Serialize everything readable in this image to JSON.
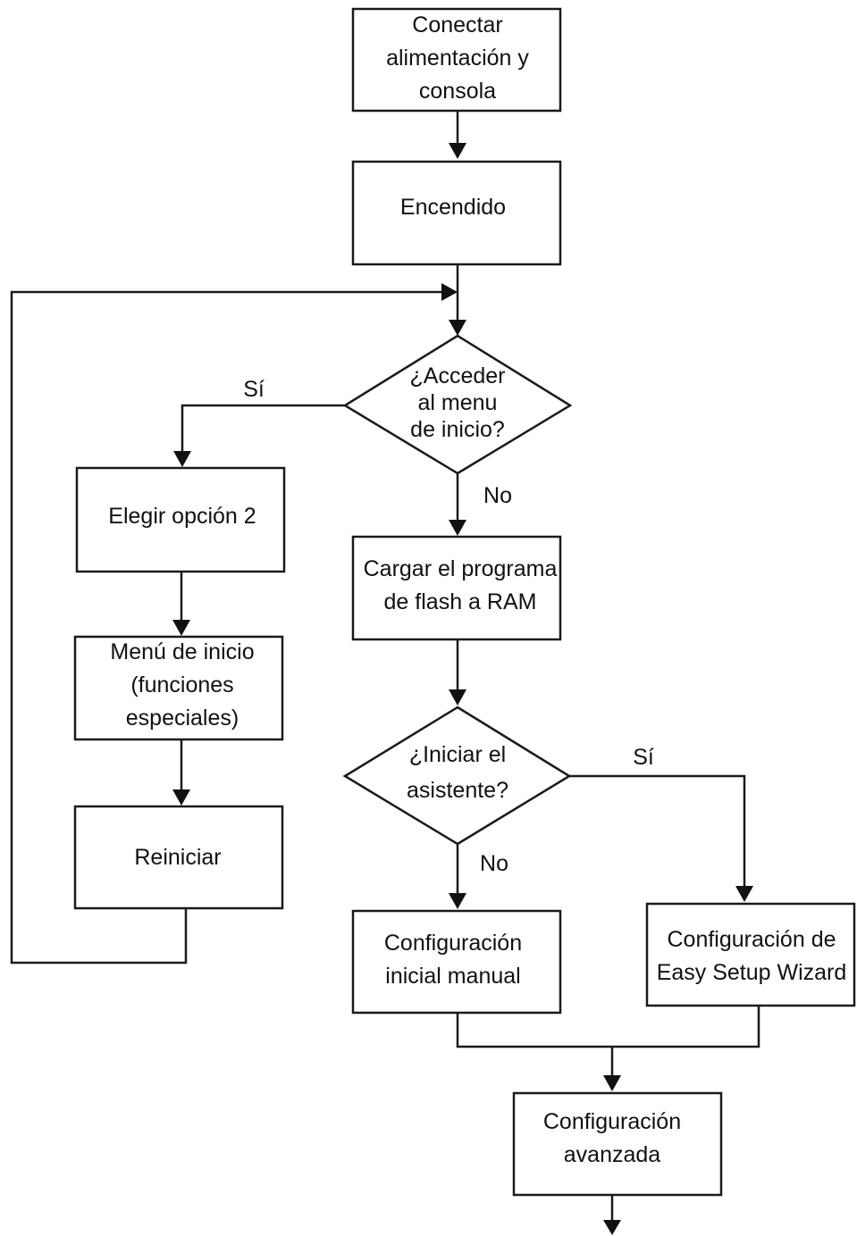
{
  "nodes": {
    "conectar": {
      "lines": [
        "Conectar",
        "alimentación y",
        "consola"
      ]
    },
    "encendido": {
      "lines": [
        "Encendido"
      ]
    },
    "acceder": {
      "lines": [
        "¿Acceder",
        "al menu",
        "de inicio?"
      ]
    },
    "elegir": {
      "lines": [
        "Elegir opción 2"
      ]
    },
    "menu": {
      "lines": [
        "Menú de inicio",
        "(funciones",
        "especiales)"
      ]
    },
    "reiniciar": {
      "lines": [
        "Reiniciar"
      ]
    },
    "cargar": {
      "lines": [
        "Cargar el programa",
        "de flash a RAM"
      ]
    },
    "iniciar": {
      "lines": [
        "¿Iniciar el",
        "asistente?"
      ]
    },
    "manual": {
      "lines": [
        "Configuración",
        "inicial manual"
      ]
    },
    "wizard": {
      "lines": [
        "Configuración de",
        "Easy Setup Wizard"
      ]
    },
    "avanzada": {
      "lines": [
        "Configuración",
        "avanzada"
      ]
    }
  },
  "edge_labels": {
    "acceder_si": "Sí",
    "acceder_no": "No",
    "iniciar_si": "Sí",
    "iniciar_no": "No"
  }
}
